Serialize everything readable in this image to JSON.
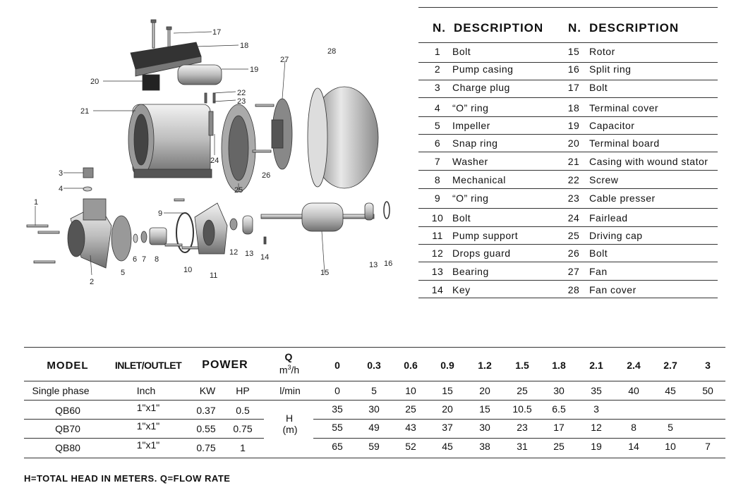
{
  "diagram": {
    "labels": [
      "1",
      "2",
      "3",
      "4",
      "5",
      "6",
      "7",
      "8",
      "9",
      "10",
      "11",
      "12",
      "13",
      "14",
      "15",
      "13",
      "16",
      "17",
      "18",
      "19",
      "20",
      "21",
      "22",
      "23",
      "24",
      "25",
      "26",
      "27",
      "28"
    ]
  },
  "parts": {
    "header": {
      "n1": "N.",
      "d1": "DESCRIPTION",
      "n2": "N.",
      "d2": "DESCRIPTION"
    },
    "rows": [
      {
        "n1": "1",
        "d1": "Bolt",
        "n2": "15",
        "d2": "Rotor"
      },
      {
        "n1": "2",
        "d1": "Pump casing",
        "n2": "16",
        "d2": "Split ring"
      },
      {
        "n1": "3",
        "d1": "Charge plug",
        "n2": "17",
        "d2": "Bolt"
      },
      {
        "n1": "4",
        "d1": "“O” ring",
        "n2": "18",
        "d2": "Terminal cover"
      },
      {
        "n1": "5",
        "d1": "Impeller",
        "n2": "19",
        "d2": "Capacitor"
      },
      {
        "n1": "6",
        "d1": "Snap ring",
        "n2": "20",
        "d2": "Terminal board"
      },
      {
        "n1": "7",
        "d1": "Washer",
        "n2": "21",
        "d2": "Casing with wound stator"
      },
      {
        "n1": "8",
        "d1": "Mechanical",
        "n2": "22",
        "d2": "Screw"
      },
      {
        "n1": "9",
        "d1": "“O” ring",
        "n2": "23",
        "d2": "Cable presser"
      },
      {
        "n1": "10",
        "d1": "Bolt",
        "n2": "24",
        "d2": "Fairlead"
      },
      {
        "n1": "11",
        "d1": "Pump support",
        "n2": "25",
        "d2": "Driving cap"
      },
      {
        "n1": "12",
        "d1": "Drops guard",
        "n2": "26",
        "d2": "Bolt"
      },
      {
        "n1": "13",
        "d1": "Bearing",
        "n2": "27",
        "d2": "Fan"
      },
      {
        "n1": "14",
        "d1": "Key",
        "n2": "28",
        "d2": "Fan cover"
      }
    ]
  },
  "spec": {
    "header": {
      "model": "MODEL",
      "inlet": "INLET/OUTLET",
      "power": "POWER",
      "q": "Q",
      "q_unit_base": "m",
      "q_unit_sup": "3",
      "q_unit_tail": "/h"
    },
    "q_values": [
      "0",
      "0.3",
      "0.6",
      "0.9",
      "1.2",
      "1.5",
      "1.8",
      "2.1",
      "2.4",
      "2.7",
      "3"
    ],
    "subheader": {
      "phase": "Single phase",
      "inch": "Inch",
      "kw": "KW",
      "hp": "HP",
      "lmin": "l/min"
    },
    "lmin_values": [
      "0",
      "5",
      "10",
      "15",
      "20",
      "25",
      "30",
      "35",
      "40",
      "45",
      "50"
    ],
    "h_label": "H",
    "h_unit": "(m)",
    "rows": [
      {
        "model": "QB60",
        "inlet": "1\"x1\"",
        "kw": "0.37",
        "hp": "0.5",
        "h": [
          "35",
          "30",
          "25",
          "20",
          "15",
          "10.5",
          "6.5",
          "3",
          "",
          "",
          ""
        ]
      },
      {
        "model": "QB70",
        "inlet": "1\"x1\"",
        "kw": "0.55",
        "hp": "0.75",
        "h": [
          "55",
          "49",
          "43",
          "37",
          "30",
          "23",
          "17",
          "12",
          "8",
          "5",
          ""
        ]
      },
      {
        "model": "QB80",
        "inlet": "1\"x1\"",
        "kw": "0.75",
        "hp": "1",
        "h": [
          "65",
          "59",
          "52",
          "45",
          "38",
          "31",
          "25",
          "19",
          "14",
          "10",
          "7"
        ]
      }
    ]
  },
  "footer": "H=TOTAL HEAD IN METERS.  Q=FLOW RATE"
}
